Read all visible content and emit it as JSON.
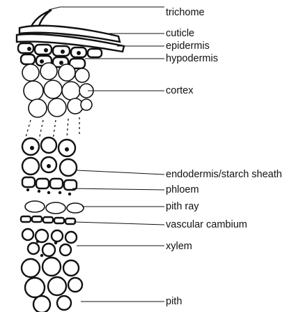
{
  "labels": {
    "trichome": "trichome",
    "cuticle": "cuticle",
    "epidermis": "epidermis",
    "hypodermis": "hypodermis",
    "cortex": "cortex",
    "endodermis": "endodermis/starch sheath",
    "phloem": "phloem",
    "pith_ray": "pith ray",
    "vascular_cambium": "vascular cambium",
    "xylem": "xylem",
    "pith": "pith"
  }
}
